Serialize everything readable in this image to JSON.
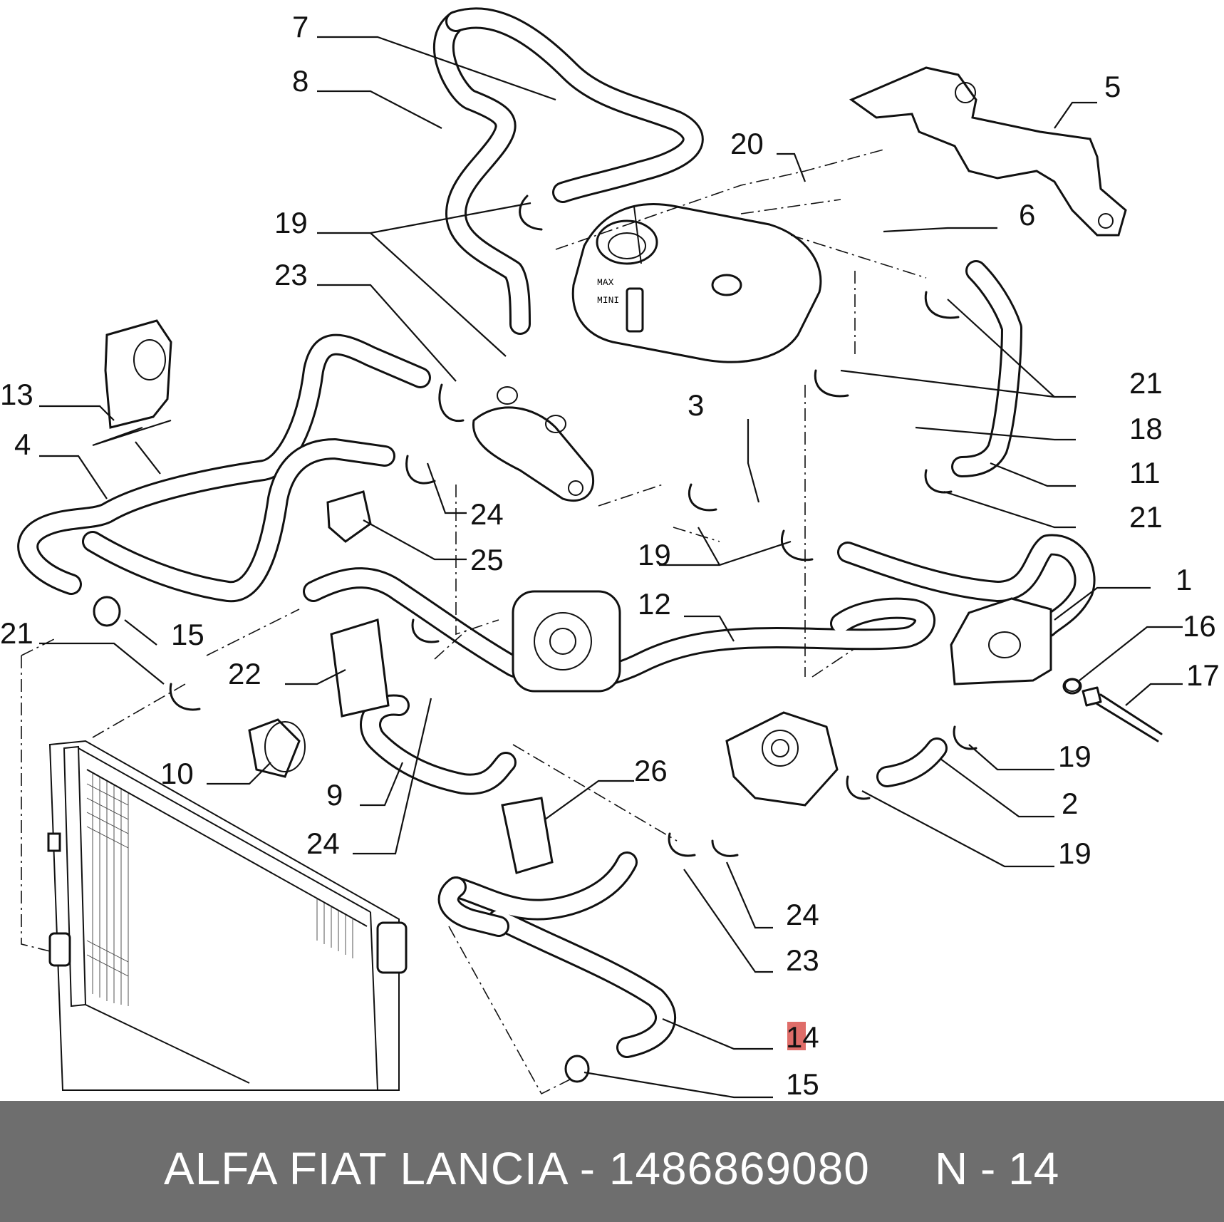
{
  "footer": {
    "title": "ALFA FIAT LANCIA - 1486869080",
    "ref": "N - 14"
  },
  "highlight_color": "#d9534f",
  "callouts": [
    {
      "id": "c7",
      "text": "7"
    },
    {
      "id": "c8",
      "text": "8"
    },
    {
      "id": "c19a",
      "text": "19"
    },
    {
      "id": "c23a",
      "text": "23"
    },
    {
      "id": "c13",
      "text": "13"
    },
    {
      "id": "c4",
      "text": "4"
    },
    {
      "id": "c24a",
      "text": "24"
    },
    {
      "id": "c25",
      "text": "25"
    },
    {
      "id": "c21a",
      "text": "21"
    },
    {
      "id": "c15a",
      "text": "15"
    },
    {
      "id": "c22",
      "text": "22"
    },
    {
      "id": "c10",
      "text": "10"
    },
    {
      "id": "c9",
      "text": "9"
    },
    {
      "id": "c24b",
      "text": "24"
    },
    {
      "id": "c26",
      "text": "26"
    },
    {
      "id": "c20",
      "text": "20"
    },
    {
      "id": "c5",
      "text": "5"
    },
    {
      "id": "c6",
      "text": "6"
    },
    {
      "id": "c21b",
      "text": "21"
    },
    {
      "id": "c3",
      "text": "3"
    },
    {
      "id": "c18",
      "text": "18"
    },
    {
      "id": "c11",
      "text": "11"
    },
    {
      "id": "c21c",
      "text": "21"
    },
    {
      "id": "c19b",
      "text": "19"
    },
    {
      "id": "c12",
      "text": "12"
    },
    {
      "id": "c1",
      "text": "1"
    },
    {
      "id": "c16",
      "text": "16"
    },
    {
      "id": "c17",
      "text": "17"
    },
    {
      "id": "c19c",
      "text": "19"
    },
    {
      "id": "c2",
      "text": "2"
    },
    {
      "id": "c19d",
      "text": "19"
    },
    {
      "id": "c24c",
      "text": "24"
    },
    {
      "id": "c23b",
      "text": "23"
    },
    {
      "id": "c14",
      "text": "14"
    },
    {
      "id": "c15b",
      "text": "15"
    }
  ],
  "tank_marks": {
    "max": "MAX",
    "mini": "MINI"
  }
}
